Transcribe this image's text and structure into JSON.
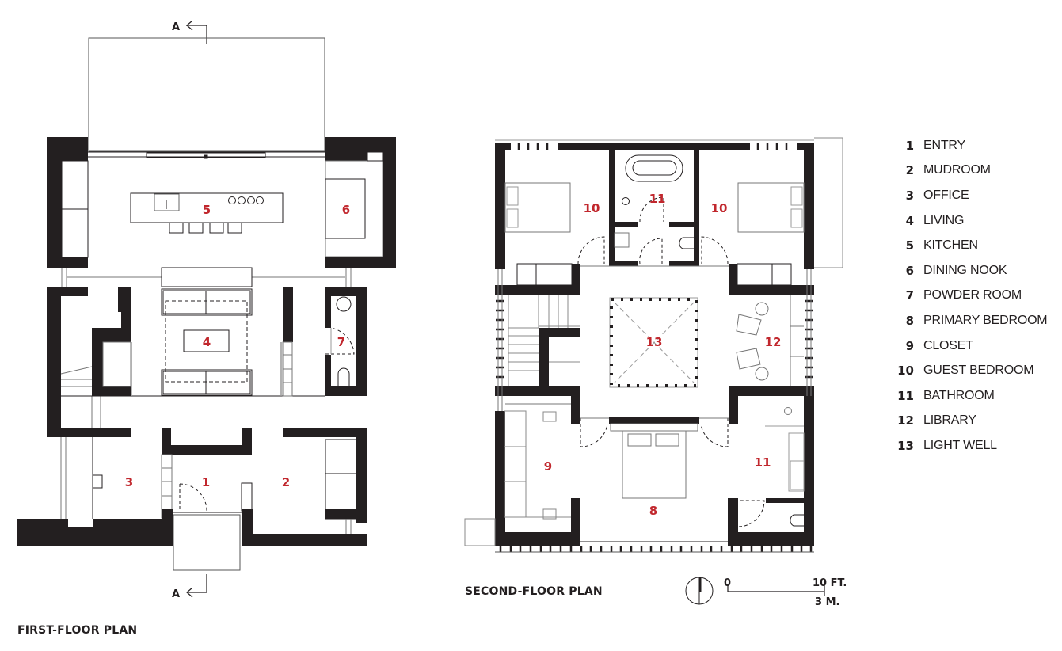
{
  "accent_color": "#c1272d",
  "wall_color": "#231f20",
  "first_floor": {
    "title": "FIRST-FLOOR PLAN",
    "section_marker_top": "A",
    "section_marker_bottom": "A",
    "room_labels": [
      {
        "num": "1",
        "room": "ENTRY"
      },
      {
        "num": "2",
        "room": "MUDROOM"
      },
      {
        "num": "3",
        "room": "OFFICE"
      },
      {
        "num": "4",
        "room": "LIVING"
      },
      {
        "num": "5",
        "room": "KITCHEN"
      },
      {
        "num": "6",
        "room": "DINING NOOK"
      },
      {
        "num": "7",
        "room": "POWDER ROOM"
      }
    ]
  },
  "second_floor": {
    "title": "SECOND-FLOOR PLAN",
    "room_labels": [
      {
        "num": "8",
        "room": "PRIMARY BEDROOM"
      },
      {
        "num": "9",
        "room": "CLOSET"
      },
      {
        "num": "10",
        "room": "GUEST BEDROOM (west)"
      },
      {
        "num": "10",
        "room": "GUEST BEDROOM (east)"
      },
      {
        "num": "11",
        "room": "BATHROOM (north)"
      },
      {
        "num": "11",
        "room": "BATHROOM (south)"
      },
      {
        "num": "12",
        "room": "LIBRARY"
      },
      {
        "num": "13",
        "room": "LIGHT WELL"
      }
    ]
  },
  "scale_bar": {
    "zero": "0",
    "feet": "10 FT.",
    "meters": "3 M.",
    "north_arrow": "north-arrow"
  },
  "legend": [
    {
      "num": "1",
      "name": "ENTRY"
    },
    {
      "num": "2",
      "name": "MUDROOM"
    },
    {
      "num": "3",
      "name": "OFFICE"
    },
    {
      "num": "4",
      "name": "LIVING"
    },
    {
      "num": "5",
      "name": "KITCHEN"
    },
    {
      "num": "6",
      "name": "DINING NOOK"
    },
    {
      "num": "7",
      "name": "POWDER ROOM"
    },
    {
      "num": "8",
      "name": "PRIMARY BEDROOM"
    },
    {
      "num": "9",
      "name": "CLOSET"
    },
    {
      "num": "10",
      "name": "GUEST BEDROOM"
    },
    {
      "num": "11",
      "name": "BATHROOM"
    },
    {
      "num": "12",
      "name": "LIBRARY"
    },
    {
      "num": "13",
      "name": "LIGHT WELL"
    }
  ]
}
